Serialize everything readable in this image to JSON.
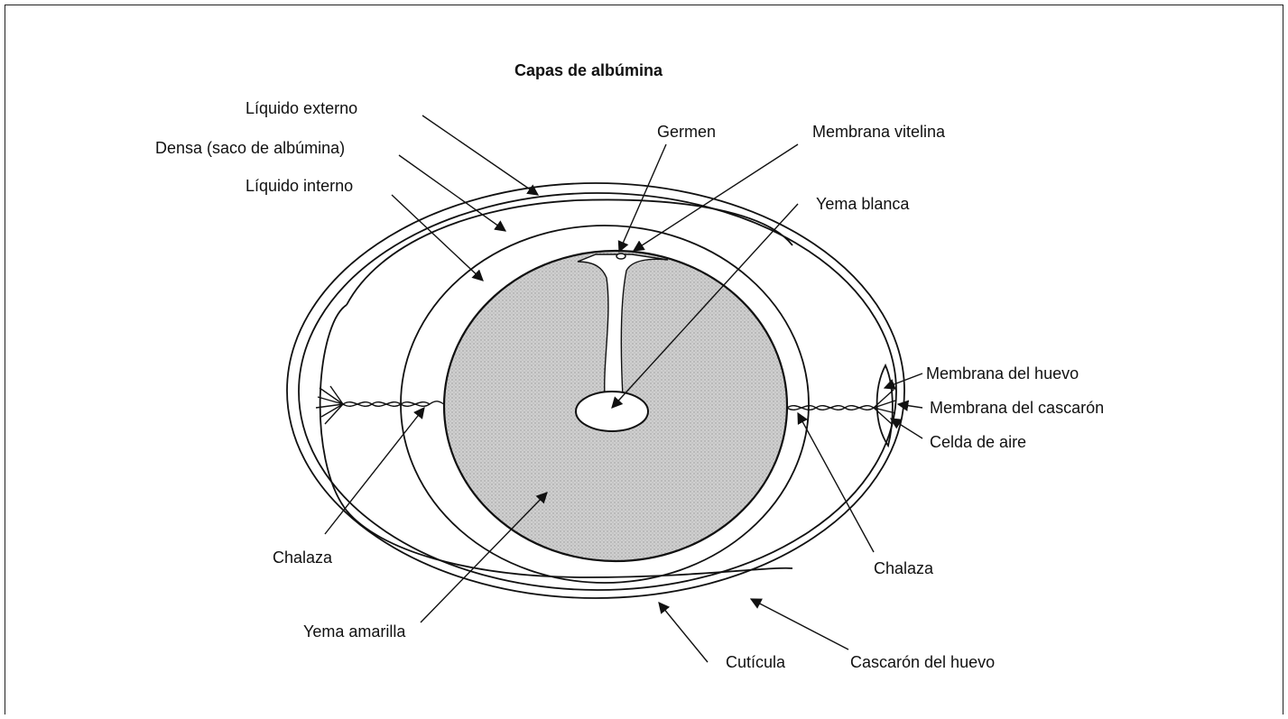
{
  "title": "Capas de albúmina",
  "labels": {
    "liquido_externo": "Líquido externo",
    "densa": "Densa (saco de albúmina)",
    "liquido_interno": "Líquido interno",
    "germen": "Germen",
    "membrana_vitelina": "Membrana vitelina",
    "yema_blanca": "Yema blanca",
    "membrana_huevo": "Membrana del huevo",
    "membrana_cascaron": "Membrana del cascarón",
    "celda_aire": "Celda de aire",
    "chalaza_left": "Chalaza",
    "chalaza_right": "Chalaza",
    "yema_amarilla": "Yema amarilla",
    "cuticula": "Cutícula",
    "cascaron": "Cascarón del huevo"
  },
  "colors": {
    "line": "#111111",
    "yolk_fill": "#c8c8c8",
    "background": "#ffffff"
  }
}
